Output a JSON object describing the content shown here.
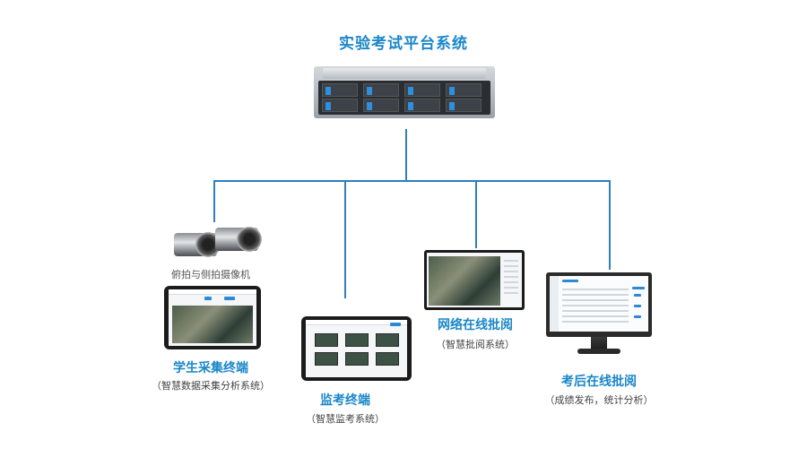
{
  "title": "实验考试平台系统",
  "nodes": {
    "camera": {
      "label": "俯拍与侧拍摄像机"
    },
    "student_terminal": {
      "label": "学生采集终端",
      "sub": "（智慧数据采集分析系统）"
    },
    "proctor_terminal": {
      "label": "监考终端",
      "sub": "（智慧监考系统）"
    },
    "online_review": {
      "label": "网络在线批阅",
      "sub": "（智慧批阅系统）"
    },
    "post_review": {
      "label": "考后在线批阅",
      "sub": "（成绩发布，统计分析）"
    }
  },
  "colors": {
    "accent": "#1a86c8",
    "connector": "#2d7fc0"
  }
}
